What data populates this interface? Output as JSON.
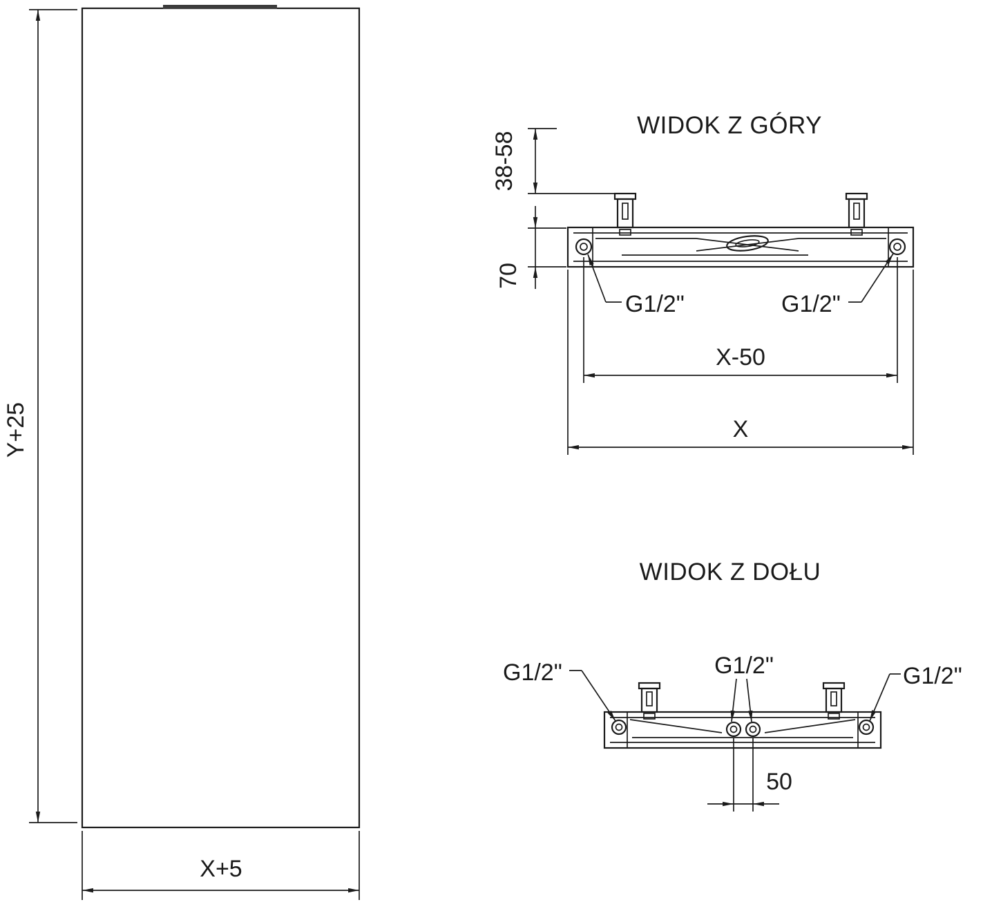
{
  "colors": {
    "line": "#1a1a1a",
    "background": "#ffffff"
  },
  "front_view": {
    "height_dim": "Y+25",
    "width_dim": "X+5"
  },
  "top_view": {
    "title": "WIDOK Z GÓRY",
    "wall_distance_dim": "38-58",
    "depth_dim": "70",
    "connection_left": "G1/2\"",
    "connection_right": "G1/2\"",
    "port_spacing_dim": "X-50",
    "overall_width_dim": "X"
  },
  "bottom_view": {
    "title": "WIDOK Z DOŁU",
    "connection_left": "G1/2\"",
    "connection_center": "G1/2\"",
    "connection_right": "G1/2\"",
    "center_spacing_dim": "50"
  }
}
